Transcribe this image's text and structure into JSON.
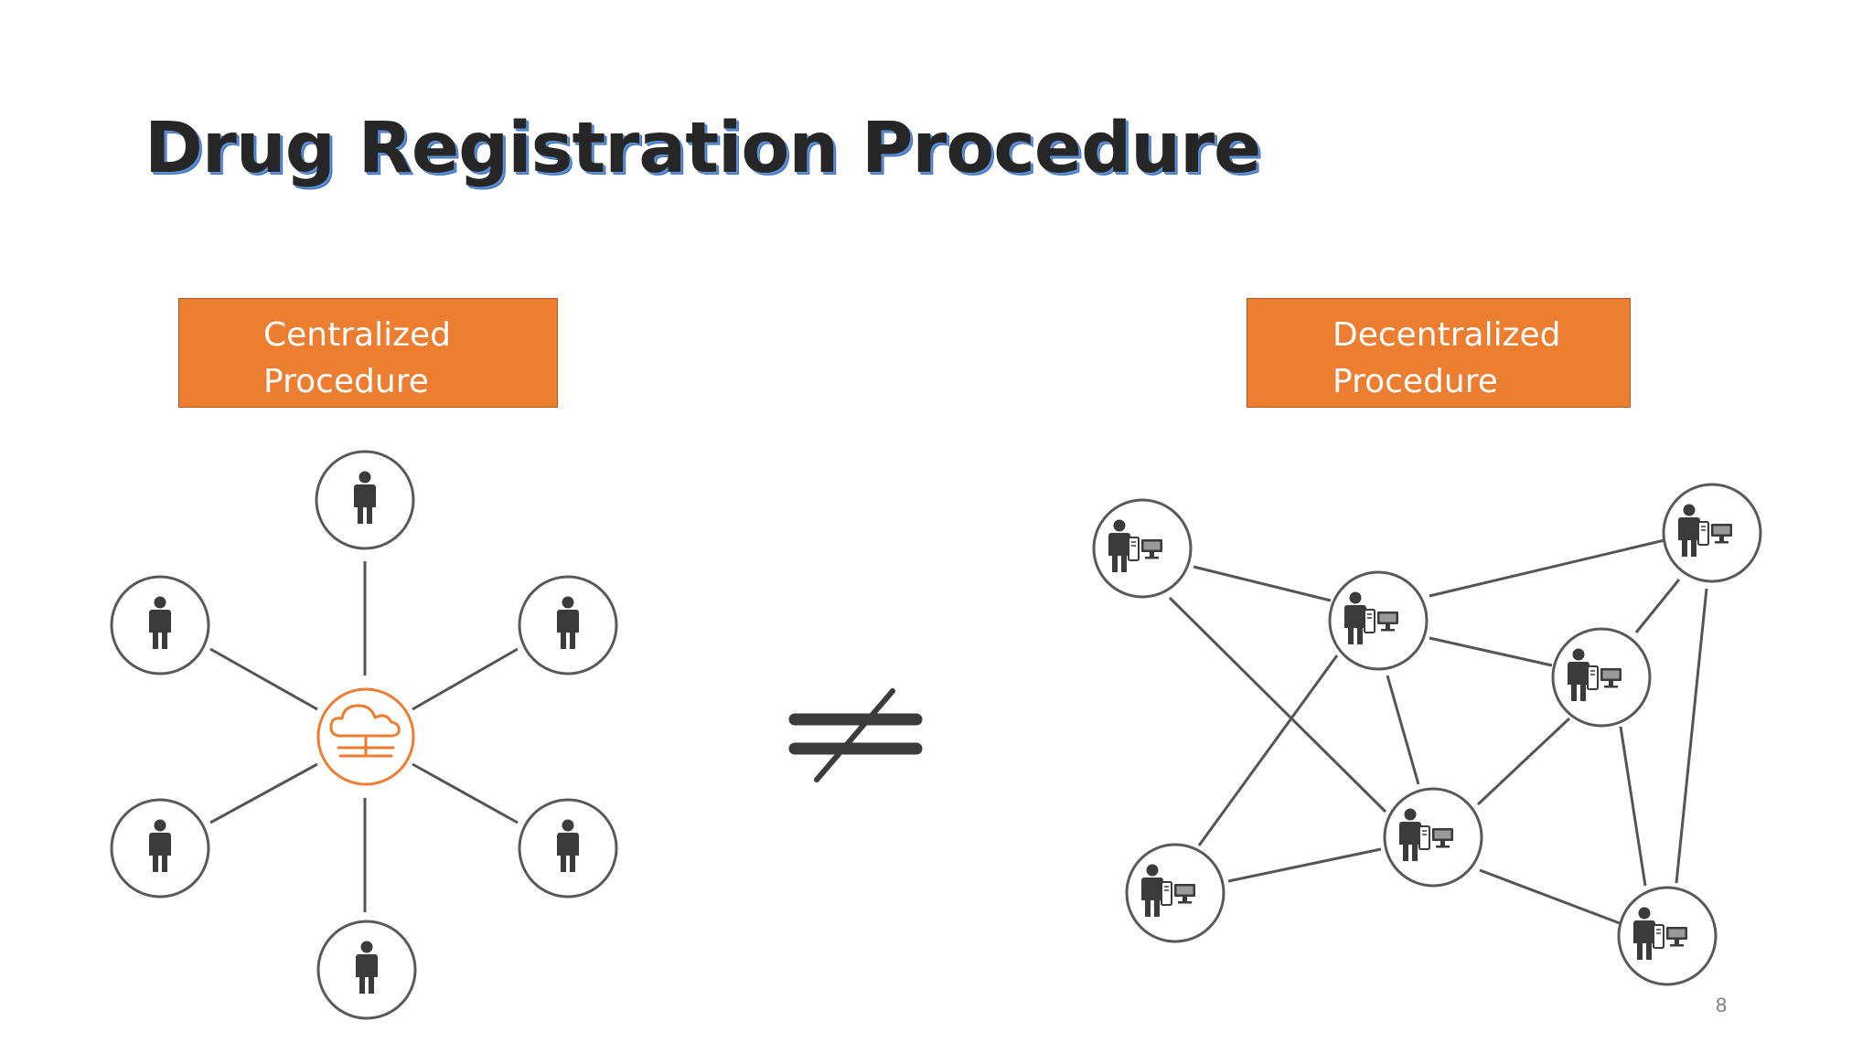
{
  "slide": {
    "title": "Drug Registration Procedure",
    "page_number": "8"
  },
  "centralized": {
    "label_line1": "Centralized",
    "label_line2": "Procedure",
    "hub_icon": "cloud-network-icon",
    "node_icon": "person-icon",
    "node_count": 6
  },
  "comparison": {
    "symbol_icon": "not-equal-icon"
  },
  "decentralized": {
    "label_line1": "Decentralized",
    "label_line2": "Procedure",
    "node_icon": "person-computer-icon",
    "node_count": 7
  },
  "colors": {
    "accent": "#ed7d31",
    "node_stroke": "#595959",
    "icon_fill": "#3b3b3b",
    "edge": "#555555"
  }
}
